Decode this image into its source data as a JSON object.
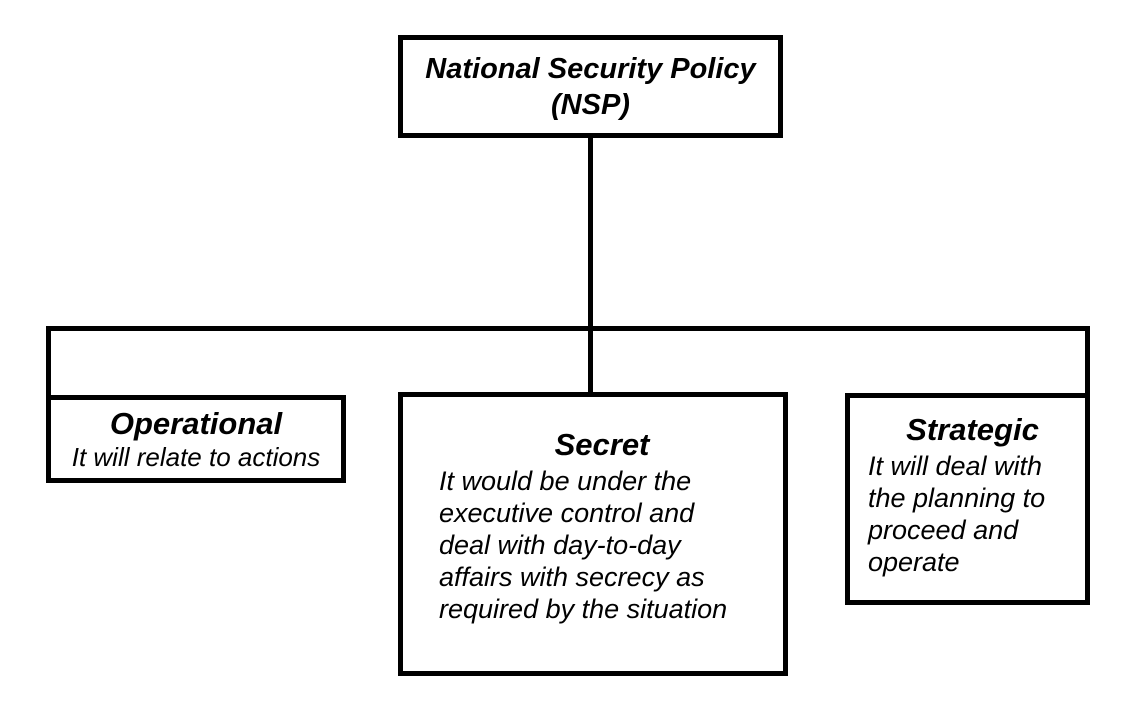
{
  "diagram": {
    "type": "hierarchy",
    "colors": {
      "background": "#ffffff",
      "box_border": "#000000",
      "connector": "#000000",
      "text": "#000000"
    },
    "root": {
      "label": "National Security Policy\n(NSP)"
    },
    "children": [
      {
        "heading": "Operational",
        "body": "It will relate to actions"
      },
      {
        "heading": "Secret",
        "body": "It would be under the\nexecutive control and\ndeal with day-to-day\naffairs with secrecy as\nrequired by the situation"
      },
      {
        "heading": "Strategic",
        "body": "It will deal with\nthe planning to\nproceed and\noperate"
      }
    ]
  }
}
